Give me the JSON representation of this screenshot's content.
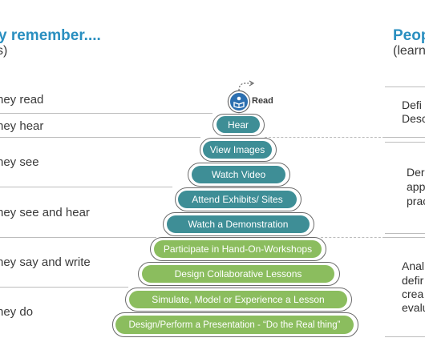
{
  "headers": {
    "left_title": "y remember....",
    "left_sub": "s)",
    "right_title": "Peop",
    "right_sub": "(learn"
  },
  "rows": {
    "read": "hey read",
    "hear": "hey hear",
    "see": "hey see",
    "see_hear": "hey see and hear",
    "say_write": "hey say and write",
    "do": "hey do"
  },
  "pyramid": {
    "read": "Read",
    "hear": "Hear",
    "view_images": "View Images",
    "watch_video": "Watch Video",
    "exhibits": "Attend Exhibits/ Sites",
    "demonstration": "Watch a Demonstration",
    "workshops": "Participate in Hand-On-Workshops",
    "collab": "Design Collaborative Lessons",
    "simulate": "Simulate, Model or Experience a Lesson",
    "present": "Design/Perform a Presentation - “Do the Real thing”"
  },
  "right": {
    "g1_l1": "Defi",
    "g1_l2": "Desc",
    "g2_l1": "Der",
    "g2_l2": "app",
    "g2_l3": "prac",
    "g3_l1": "Anal",
    "g3_l2": "defir",
    "g3_l3": "crea",
    "g3_l4": "evalu"
  },
  "colors": {
    "title_blue": "#2a8fc0",
    "teal": "#3e8e96",
    "green": "#8bbd5e",
    "read_badge": "#2c6fb0"
  },
  "icons": [
    "reading-person-icon",
    "arrow-right-icon"
  ]
}
